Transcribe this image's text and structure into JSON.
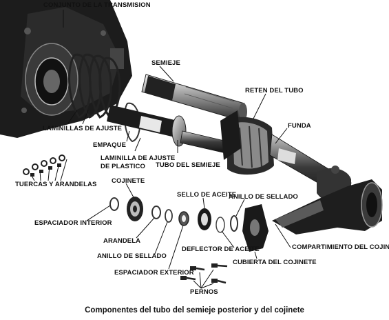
{
  "labels": {
    "transmission_housing": "CONJUNTO DE LA TRANSMISION",
    "axle_shaft": "SEMIEJE",
    "tube_retainer": "RETEN DEL TUBO",
    "boot": "FUNDA",
    "adjusting_shims": "LAMINILLAS DE AJUSTE",
    "gasket": "EMPAQUE",
    "plastic_shim_line1": "LAMINILLA DE AJUSTE",
    "plastic_shim_line2": "DE PLASTICO",
    "axle_tube": "TUBO DEL SEMIEJE",
    "nuts_washers": "TUERCAS Y ARANDELAS",
    "bearing": "COJINETE",
    "oil_seal": "SELLO DE ACEITE",
    "seal_ring_upper": "ANILLO DE SELLADO",
    "inner_spacer": "ESPACIADOR INTERIOR",
    "washer": "ARANDELA",
    "seal_ring_lower": "ANILLO DE SELLADO",
    "oil_deflector": "DEFLECTOR DE ACEITE",
    "bearing_housing": "COMPARTIMIENTO DEL COJINETE",
    "bearing_cover": "CUBIERTA DEL COJINETE",
    "outer_spacer": "ESPACIADOR EXTERIOR",
    "bolts": "PERNOS"
  },
  "caption": "Componentes del tubo del semieje posterior y del cojinete",
  "colors": {
    "ink": "#111111",
    "metal_dark": "#1c1c1c",
    "metal_mid": "#7a7a7a",
    "metal_light": "#d9d9d9"
  }
}
